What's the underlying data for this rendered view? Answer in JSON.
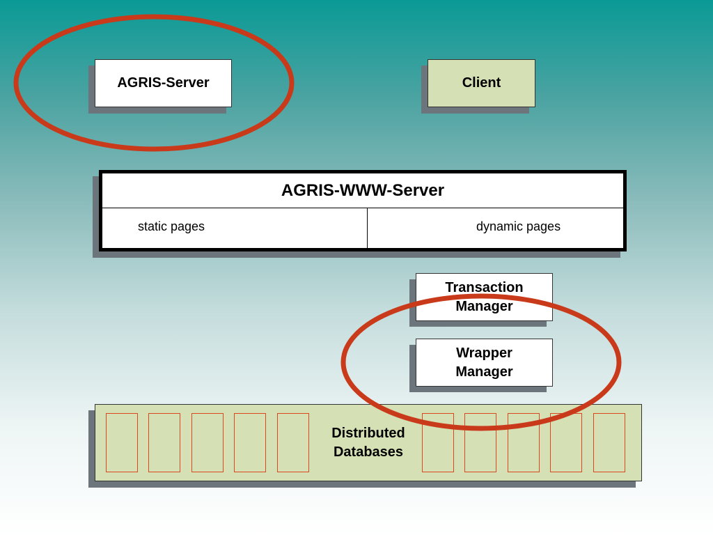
{
  "diagram": {
    "agris_server": "AGRIS-Server",
    "client": "Client",
    "www_server": {
      "title": "AGRIS-WWW-Server",
      "static_pages": "static pages",
      "dynamic_pages": "dynamic pages"
    },
    "transaction_manager": "Transaction\nManager",
    "wrapper_manager": "Wrapper\nManager",
    "distributed_databases": "Distributed\nDatabases"
  },
  "colors": {
    "highlight_oval": "#c83a1a",
    "client_fill": "#d5e0b5",
    "db_fill": "#d5e0b5",
    "db_slot_border": "#d9471e",
    "shadow": "#6b757b"
  }
}
